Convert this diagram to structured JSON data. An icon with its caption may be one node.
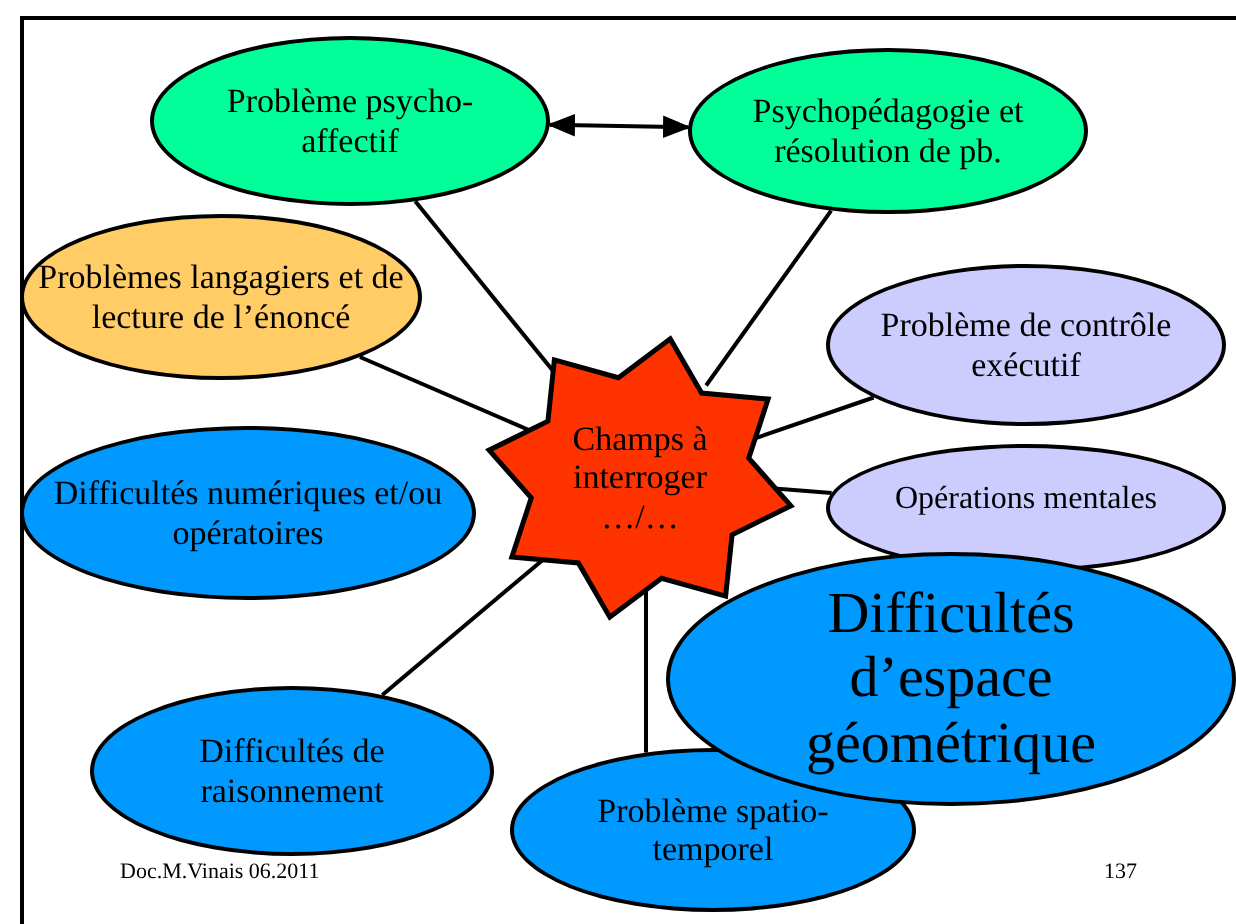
{
  "diagram": {
    "nodes": [
      {
        "text": [
          "Problème psycho-affectif"
        ]
      },
      {
        "text": [
          "Psychopédagogie et résolution de pb."
        ]
      },
      {
        "text": [
          "Problèmes langagiers et de lecture de l’énoncé"
        ]
      },
      {
        "text": [
          "Problème de contrôle exécutif"
        ]
      },
      {
        "text": [
          "Champs à interroger …/…"
        ]
      },
      {
        "text": [
          "Difficultés numériques et/ou opératoires"
        ]
      },
      {
        "text": [
          "Opérations mentales"
        ]
      },
      {
        "text": [
          "Difficultés d’espace géométrique"
        ]
      },
      {
        "text": [
          "Difficultés de raisonnement"
        ]
      },
      {
        "text": [
          "Problème spatio-temporel"
        ]
      }
    ],
    "edges": [
      {
        "from": 0,
        "to": 1,
        "arrow": "both"
      },
      {
        "from": 4,
        "to": 0,
        "arrow": "none"
      },
      {
        "from": 4,
        "to": 1,
        "arrow": "none"
      },
      {
        "from": 4,
        "to": 2,
        "arrow": "none"
      },
      {
        "from": 4,
        "to": 3,
        "arrow": "none"
      },
      {
        "from": 4,
        "to": 6,
        "arrow": "none"
      },
      {
        "from": 4,
        "to": 8,
        "arrow": "none"
      },
      {
        "from": 4,
        "to": 9,
        "arrow": "none"
      }
    ],
    "labels": [
      "Doc.M.Vinais 06.2011",
      "137"
    ]
  }
}
